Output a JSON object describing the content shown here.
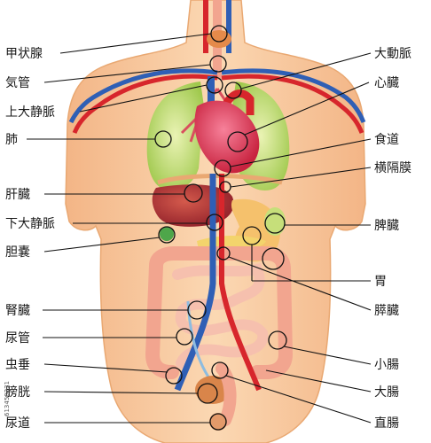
{
  "labels_left": [
    "甲状腺",
    "気管",
    "上大静脈",
    "肺",
    "肝臓",
    "下大静脈",
    "胆嚢",
    "腎臓",
    "尿管",
    "虫垂",
    "膀胱",
    "尿道"
  ],
  "labels_right": [
    "大動脈",
    "心臓",
    "食道",
    "横隔膜",
    "脾臓",
    "胃",
    "膵臓",
    "小腸",
    "大腸",
    "直腸"
  ],
  "watermark": "613450231",
  "colors": {
    "skin": "#f8c79a",
    "skin_edge": "#e9a872",
    "lung": "#c6df7a",
    "heart": "#e0405f",
    "liver": "#b8343a",
    "intestine": "#f2a58f",
    "artery": "#d7262c",
    "vein": "#2f5fb5"
  }
}
